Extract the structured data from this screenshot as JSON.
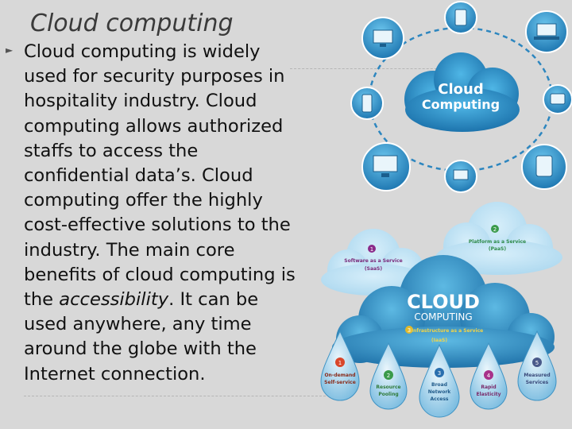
{
  "slide": {
    "title": "Cloud computing",
    "paragraph_before_italic": "Cloud computing is widely used for security purposes in hospitality industry. Cloud computing allows authorized staffs to access the confidential data’s. Cloud computing offer the highly cost-effective solutions to the industry. The main core benefits of cloud computing is the ",
    "italic_word": "accessibility",
    "paragraph_after_italic": ". It can be used anywhere, any time around the globe with the Internet connection."
  },
  "top_diagram": {
    "cloud_line1": "Cloud",
    "cloud_line2": "Computing"
  },
  "bottom_diagram": {
    "cloud_line1": "CLOUD",
    "cloud_line2": "COMPUTING",
    "badge_1": "1",
    "saas_label_1": "Software as a Service",
    "saas_label_2": "(SaaS)",
    "badge_2": "2",
    "paas_label_1": "Platform as a Service",
    "paas_label_2": "(PaaS)",
    "badge_3": "3",
    "iaas_label_1": "Infrastructure as a Service",
    "iaas_label_2": "(IaaS)",
    "drops": [
      {
        "num": "1",
        "line1": "On-demand",
        "line2": "Self-service",
        "line3": ""
      },
      {
        "num": "2",
        "line1": "Resource",
        "line2": "Pooling",
        "line3": ""
      },
      {
        "num": "3",
        "line1": "Broad",
        "line2": "Network",
        "line3": "Access"
      },
      {
        "num": "4",
        "line1": "Rapid",
        "line2": "Elasticity",
        "line3": ""
      },
      {
        "num": "5",
        "line1": "Measured",
        "line2": "Services",
        "line3": ""
      }
    ]
  },
  "colors": {
    "cloud_blue": "#2a8fc4",
    "cloud_dark": "#1b6fa5",
    "badge_red": "#d9472b",
    "badge_green": "#3a9a4a",
    "badge_yellow": "#e1b92a",
    "badge_purple": "#8a3a9a"
  }
}
